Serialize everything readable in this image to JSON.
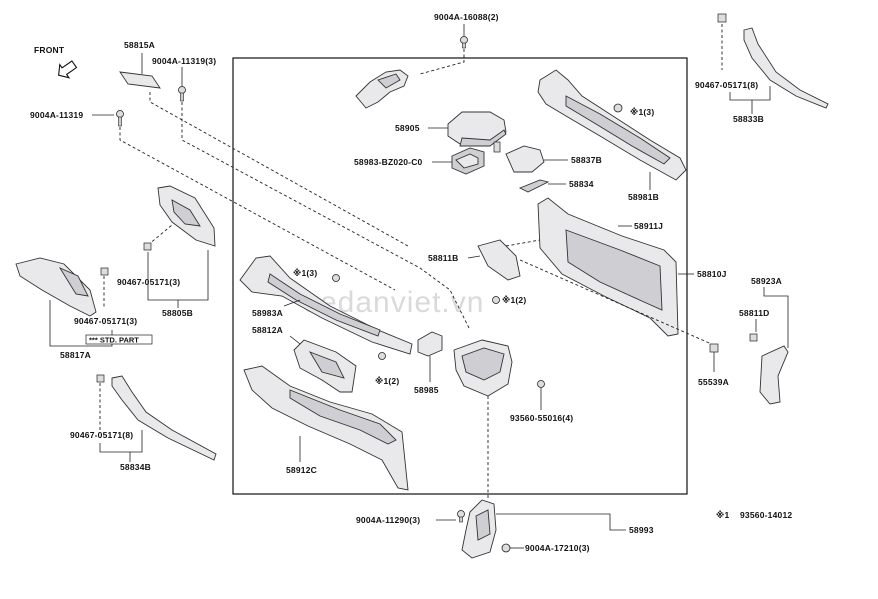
{
  "front_label": "FRONT",
  "watermark": "sedanviet.vn",
  "footnote": {
    "symbol": "※1",
    "part": "93560-14012"
  },
  "std_part_label": "*** STD. PART",
  "labels": {
    "p58815A": "58815A",
    "p9004A11319_3": "9004A-11319(3)",
    "p9004A11319": "9004A-11319",
    "p9004A16088": "9004A-16088(2)",
    "p58905": "58905",
    "p58983BZ020": "58983-BZ020-C0",
    "p58837B": "58837B",
    "p58834": "58834",
    "p58981B": "58981B",
    "p90467_05171_8_top": "90467-05171(8)",
    "p58833B": "58833B",
    "p90467_05171_3_a": "90467-05171(3)",
    "p58805B": "58805B",
    "p90467_05171_3_b": "90467-05171(3)",
    "p58817A": "58817A",
    "p90467_05171_8_b": "90467-05171(8)",
    "p58834B": "58834B",
    "p58811B": "58811B",
    "p58911J": "58911J",
    "p58810J": "58810J",
    "p58923A": "58923A",
    "p58811D": "58811D",
    "p55539A": "55539A",
    "p58983A": "58983A",
    "p58812A": "58812A",
    "p58912C": "58912C",
    "p58985": "58985",
    "p93560_55016": "93560-55016(4)",
    "p9004A11290": "9004A-11290(3)",
    "p9004A17210": "9004A-17210(3)",
    "p58993": "58993",
    "n1_3_a": "※1(3)",
    "n1_3_b": "※1(3)",
    "n1_2_a": "※1(2)",
    "n1_2_b": "※1(2)"
  }
}
